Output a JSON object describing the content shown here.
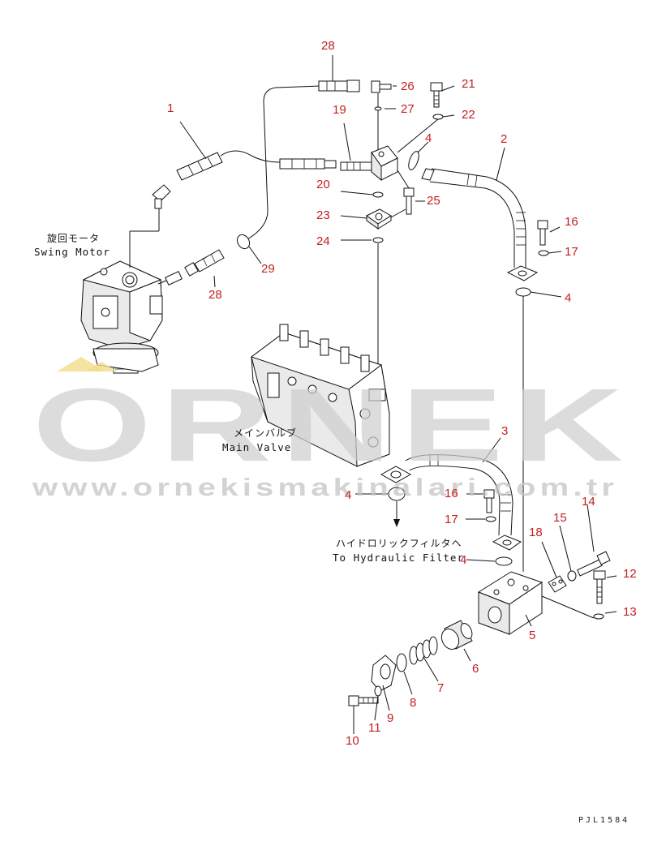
{
  "diagram": {
    "callouts": {
      "p1": "1",
      "p2": "2",
      "p3": "3",
      "p4a": "4",
      "p4b": "4",
      "p4c": "4",
      "p4d": "4",
      "p5": "5",
      "p6": "6",
      "p7": "7",
      "p8": "8",
      "p9": "9",
      "p10": "10",
      "p11": "11",
      "p12": "12",
      "p13": "13",
      "p14": "14",
      "p15": "15",
      "p16a": "16",
      "p16b": "16",
      "p17a": "17",
      "p17b": "17",
      "p18": "18",
      "p19": "19",
      "p20": "20",
      "p21": "21",
      "p22": "22",
      "p23": "23",
      "p24": "24",
      "p25": "25",
      "p26": "26",
      "p27": "27",
      "p28a": "28",
      "p28b": "28",
      "p29": "29"
    },
    "labels": {
      "swing_motor_jp": "旋回モータ",
      "swing_motor_en": "Swing Motor",
      "main_valve_jp": "メインバルブ",
      "main_valve_en": "Main Valve",
      "hydraulic_filter_jp": "ハイドロリックフィルタヘ",
      "hydraulic_filter_en": "To Hydraulic Filter"
    },
    "drawing_code": "PJL1584"
  },
  "watermark": {
    "brand": "ORNEK",
    "url": "www.ornekismakinalari.com.tr"
  },
  "colors": {
    "callout": "#c41e1e",
    "watermark": "#cfcfcf",
    "accent_yellow": "#f3dc8a"
  }
}
